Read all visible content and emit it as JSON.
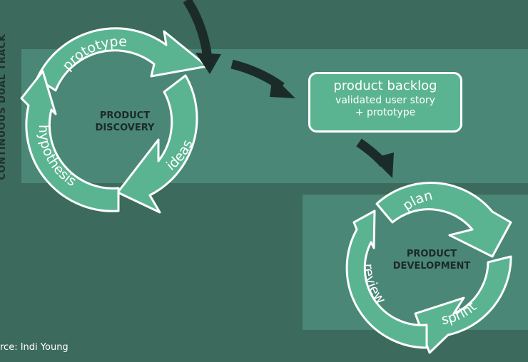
{
  "side_label": "CONTINUOUS DUAL TRACK",
  "source": "rce: Indi Young",
  "discovery": {
    "title_line1": "PRODUCT",
    "title_line2": "DISCOVERY",
    "steps": [
      "prototype",
      "ideas",
      "hypothesis"
    ]
  },
  "backlog": {
    "title": "product backlog",
    "line1": "validated user story",
    "line2": "+ prototype"
  },
  "development": {
    "title_line1": "PRODUCT",
    "title_line2": "DEVELOPMENT",
    "steps": [
      "plan",
      "sprint",
      "review"
    ]
  },
  "colors": {
    "background": "#3c6a5c",
    "band": "#4b8777",
    "arrow_fill": "#5bb491",
    "arrow_stroke": "#ffffff",
    "flow_arrow": "#1b2c28"
  }
}
